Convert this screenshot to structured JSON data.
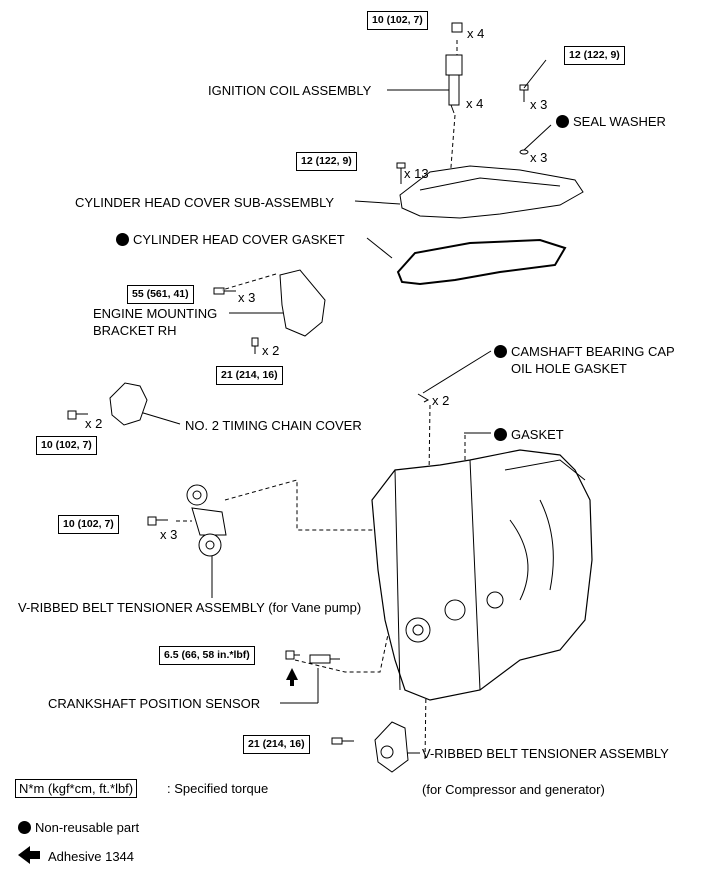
{
  "labels": {
    "ignition_coil": "IGNITION COIL ASSEMBLY",
    "seal_washer": "SEAL WASHER",
    "cyl_head_cover": "CYLINDER HEAD COVER SUB-ASSEMBLY",
    "cyl_head_gasket": "CYLINDER HEAD COVER GASKET",
    "engine_bracket_1": "ENGINE MOUNTING",
    "engine_bracket_2": "BRACKET RH",
    "camshaft_gasket_1": "CAMSHAFT BEARING CAP",
    "camshaft_gasket_2": "OIL HOLE GASKET",
    "timing_cover": "NO. 2 TIMING CHAIN COVER",
    "gasket": "GASKET",
    "tensioner_vane": "V-RIBBED BELT TENSIONER ASSEMBLY  (for Vane pump)",
    "crank_sensor": "CRANKSHAFT POSITION SENSOR",
    "tensioner_comp": "V-RIBBED BELT TENSIONER ASSEMBLY",
    "tensioner_comp_note": "(for Compressor and generator)"
  },
  "torques": {
    "coil_bolt": "10 (102, 7)",
    "cover_stud": "12 (122, 9)",
    "cover_bolt": "12 (122, 9)",
    "bracket_upper": "55 (561, 41)",
    "bracket_lower": "21 (214, 16)",
    "timing_cover": "10 (102, 7)",
    "tensioner_vane": "10 (102, 7)",
    "crank_sensor": "6.5 (66, 58 in.*lbf)",
    "tensioner_comp": "21 (214, 16)"
  },
  "quantities": {
    "coil_bolt": "x 4",
    "coil": "x 4",
    "cover_stud": "x 3",
    "seal_washer": "x 3",
    "cover_bolt": "x 13",
    "bracket_upper": "x 3",
    "bracket_lower": "x 2",
    "timing_cover": "x 2",
    "camshaft_gasket": "x 2",
    "tensioner_vane": "x 3"
  },
  "legend": {
    "torque_box": "N*m (kgf*cm, ft.*lbf)",
    "torque_text": ": Specified torque",
    "non_reusable": "Non-reusable part",
    "adhesive": "Adhesive 1344"
  },
  "icons": {
    "non_reusable_marker": "filled-circle",
    "adhesive_marker": "left-arrow"
  }
}
